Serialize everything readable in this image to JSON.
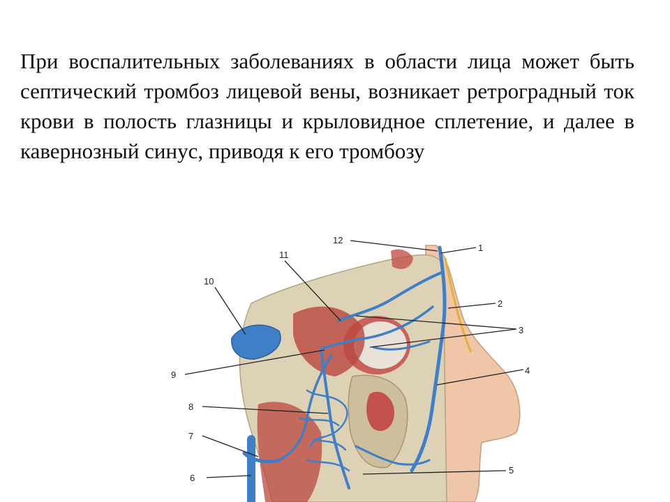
{
  "slide": {
    "text": "При воспалительных заболеваниях в области лица может быть септический тромбоз лицевой вены, возникает ретроградный ток крови в полость глазницы и крыловидное сплетение, и далее в кавернозный синус, приводя к его тромбозу"
  },
  "figure": {
    "callouts": [
      "1",
      "2",
      "3",
      "4",
      "5",
      "6",
      "7",
      "8",
      "9",
      "10",
      "11",
      "12"
    ]
  },
  "colors": {
    "vein": "#3f7fc8",
    "bone": "#ddd2b6",
    "muscle": "#c3504a",
    "skin": "#f0c6a8",
    "nerve": "#e0b432"
  }
}
